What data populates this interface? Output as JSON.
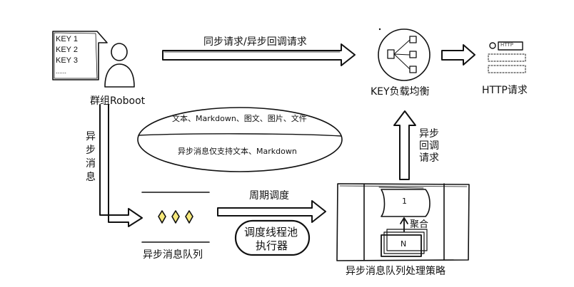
{
  "robot": {
    "name": "群组Roboot",
    "keys": [
      "KEY 1",
      "KEY 2",
      "KEY 3",
      "......"
    ]
  },
  "arrows": {
    "sync_async": "同步请求/异步回调请求",
    "async_message": "异步消息",
    "schedule": "周期调度",
    "async_callback": "异步回调请求",
    "aggregate": "聚合"
  },
  "ellipse": {
    "top_text": "文本、Markdown、图文、图片、文件",
    "bottom_text": "异步消息仅支持文本、Markdown"
  },
  "queue": {
    "label": "异步消息队列"
  },
  "executor": {
    "label_line1": "调度线程池",
    "label_line2": "执行器"
  },
  "strategy": {
    "label": "异步消息队列处理策略",
    "card_top": "1",
    "card_bottom": "N"
  },
  "load_balancer": {
    "label": "KEY负载均衡"
  },
  "http": {
    "label": "HTTP请求",
    "badge": "HTTP"
  }
}
